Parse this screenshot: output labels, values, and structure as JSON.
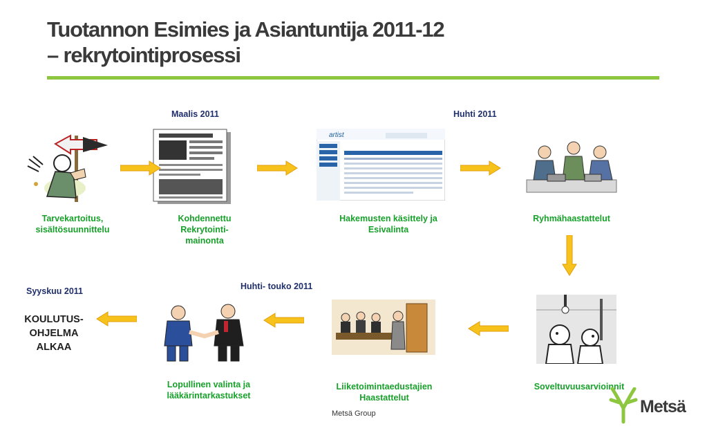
{
  "slide": {
    "title_line1": "Tuotannon Esimies ja Asiantuntija 2011-12",
    "title_line2": "– rekrytointiprosessi",
    "footer": "Metsä Group",
    "logo_text": "Metsä"
  },
  "dates": {
    "march": "Maalis 2011",
    "april": "Huhti  2011",
    "april_may": "Huhti- touko  2011",
    "september": "Syyskuu 2011"
  },
  "steps": {
    "needs": [
      "Tarvekartoitus,",
      "sisältösuunnittelu"
    ],
    "advert": [
      "Kohdennettu",
      "Rekrytointi-",
      "mainonta"
    ],
    "applications": [
      "Hakemusten käsittely ja",
      "Esivalinta"
    ],
    "group": [
      "Ryhmähaastattelut"
    ],
    "assessment": [
      "Soveltuvuusarvioinnit"
    ],
    "business": [
      "Liiketoimintaedustajien",
      "Haastattelut"
    ],
    "final": [
      "Lopullinen valinta ja",
      "lääkärintarkastukset"
    ],
    "program": [
      "KOULUTUS-",
      "OHJELMA",
      "ALKAA"
    ]
  },
  "web_mock": {
    "brand": "artist"
  },
  "colors": {
    "accent_green": "#8dc63f",
    "caption_green": "#17a02a",
    "date_blue": "#1f2f6b",
    "arrow_yellow": "#f7c21b"
  }
}
